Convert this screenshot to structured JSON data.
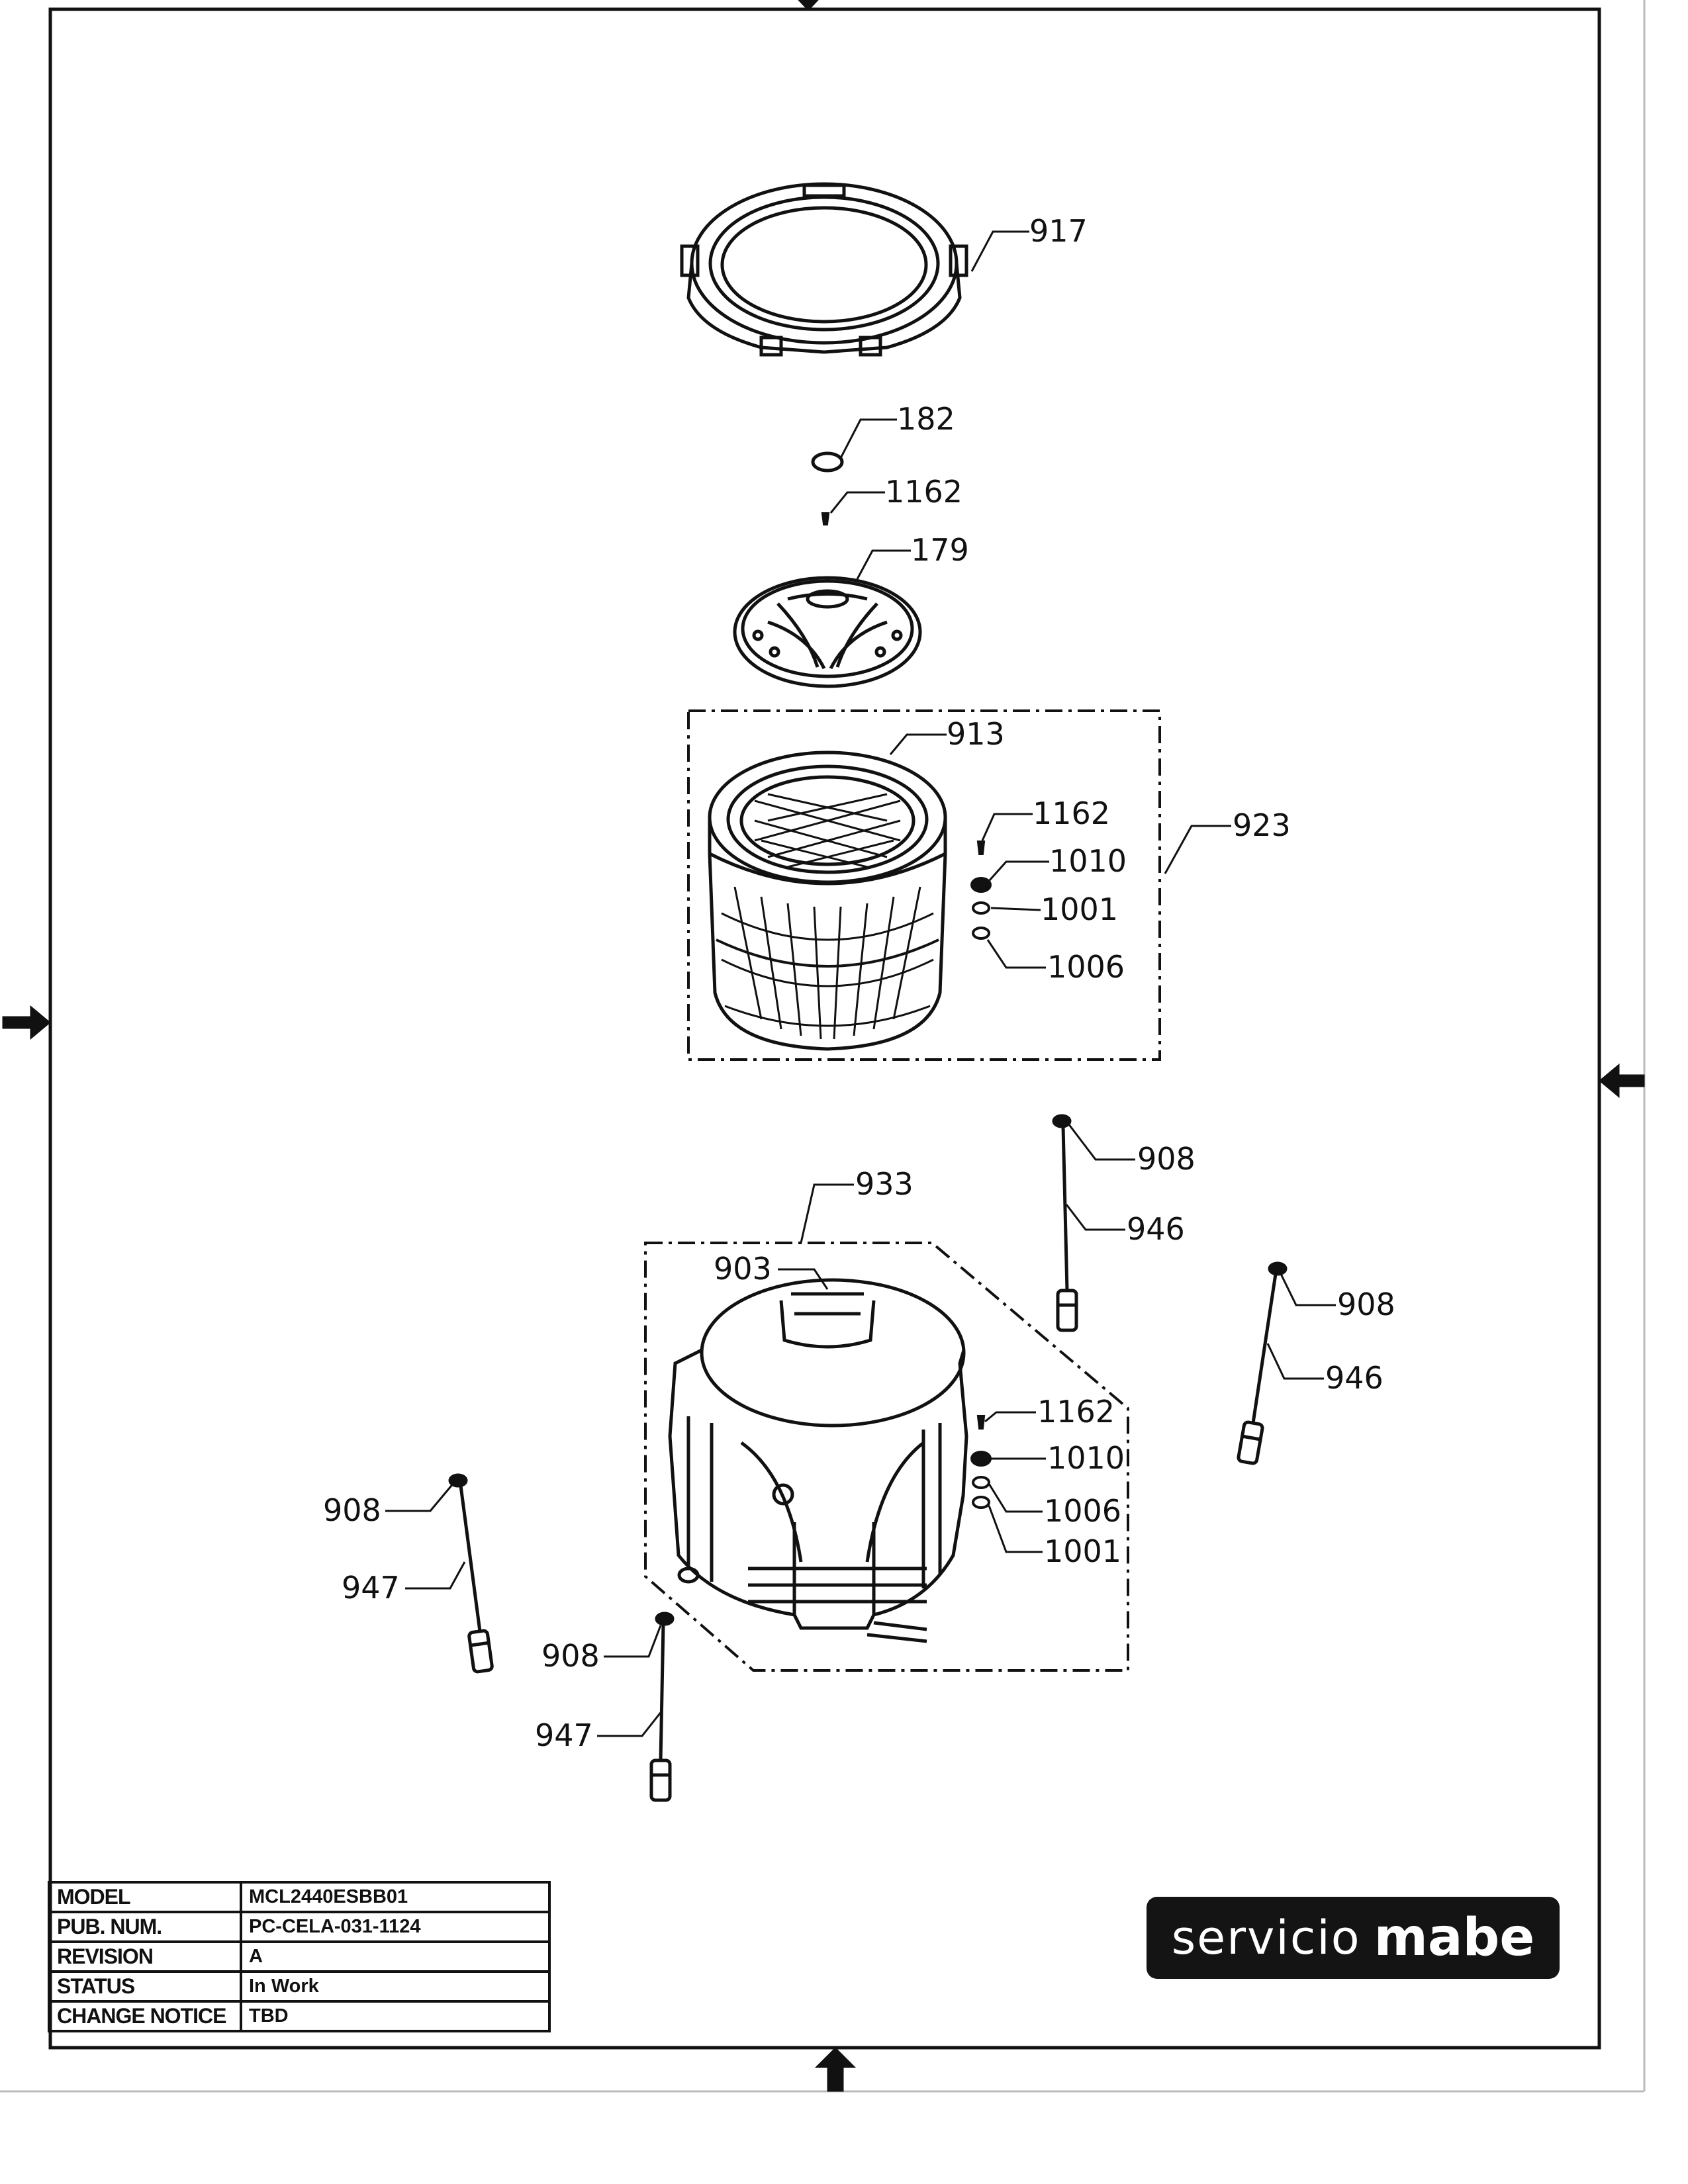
{
  "callouts": {
    "c917": "917",
    "c182": "182",
    "c1162a": "1162",
    "c179": "179",
    "c913": "913",
    "c1162b": "1162",
    "c1010a": "1010",
    "c923": "923",
    "c1001a": "1001",
    "c1006a": "1006",
    "c908a": "908",
    "c946a": "946",
    "c933": "933",
    "c903": "903",
    "c908b": "908",
    "c946b": "946",
    "c1162c": "1162",
    "c1010b": "1010",
    "c1006b": "1006",
    "c1001b": "1001",
    "c908c": "908",
    "c947a": "947",
    "c908d": "908",
    "c947b": "947"
  },
  "title_block": {
    "rows": [
      {
        "label": "MODEL",
        "value": "MCL2440ESBB01"
      },
      {
        "label": "PUB. NUM.",
        "value": "PC-CELA-031-1124"
      },
      {
        "label": "REVISION",
        "value": "A"
      },
      {
        "label": "STATUS",
        "value": "In Work"
      },
      {
        "label": "CHANGE NOTICE",
        "value": "TBD"
      }
    ]
  },
  "brand": {
    "part1": "servicio",
    "part2": "mabe"
  },
  "colors": {
    "line": "#111111",
    "background": "#ffffff",
    "logo_bg": "#141414"
  }
}
